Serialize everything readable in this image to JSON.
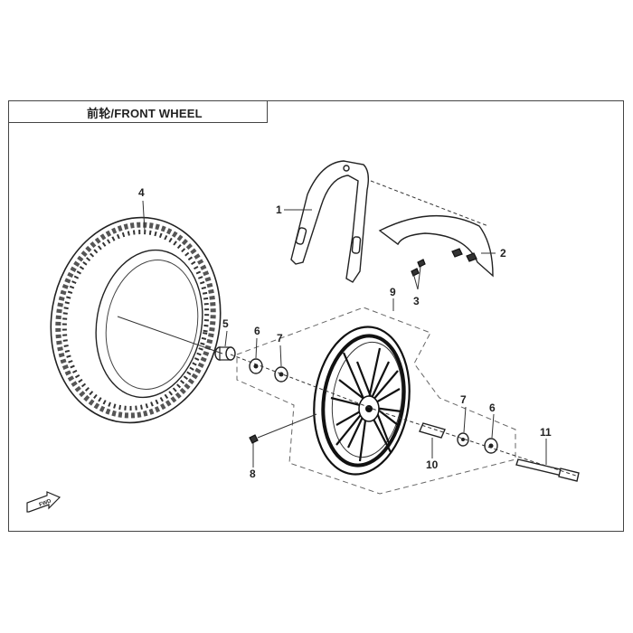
{
  "title": "前轮/FRONT WHEEL",
  "callouts": {
    "c1": "1",
    "c2": "2",
    "c3": "3",
    "c4": "4",
    "c5": "5",
    "c6a": "6",
    "c6b": "6",
    "c7a": "7",
    "c7b": "7",
    "c8": "8",
    "c9": "9",
    "c10": "10",
    "c11": "11"
  },
  "fwd": "FWD"
}
